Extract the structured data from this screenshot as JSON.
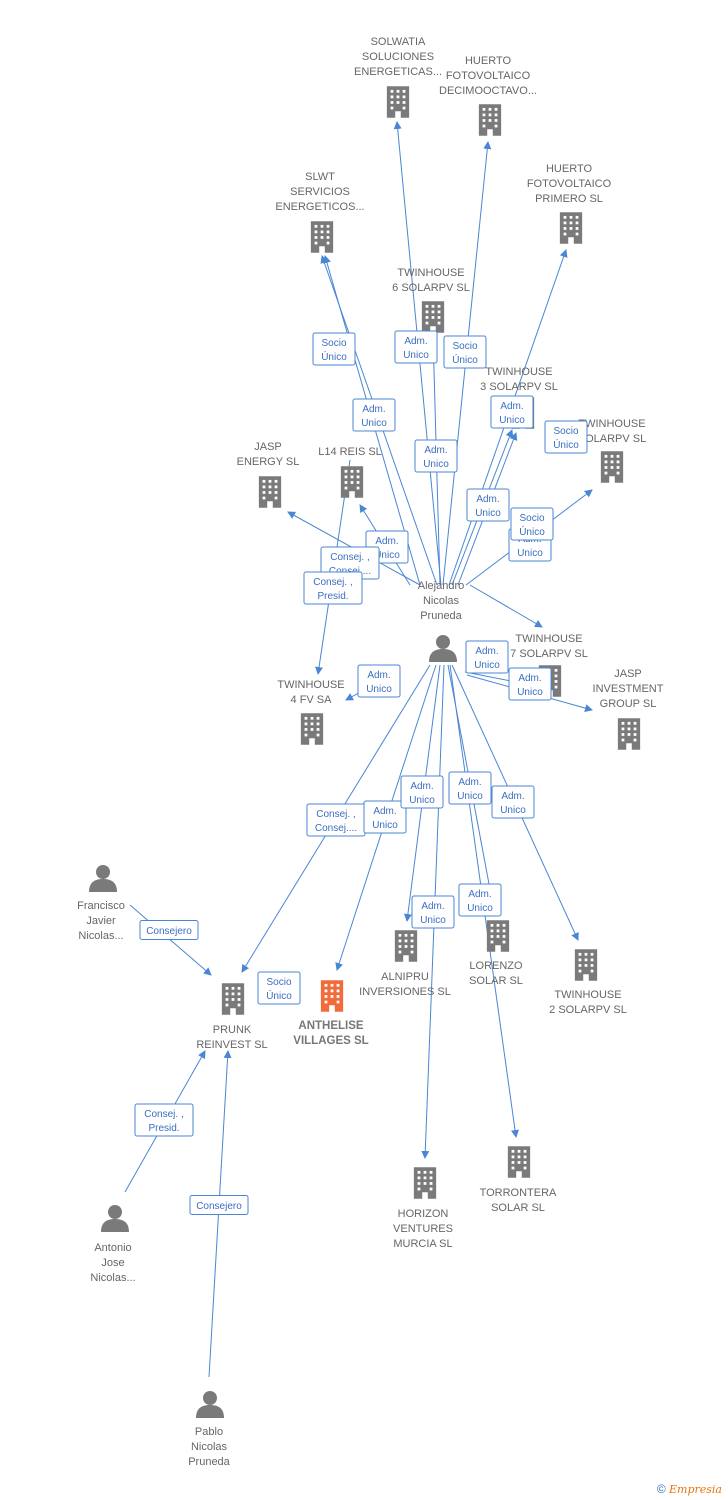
{
  "colors": {
    "edge": "#4a86d4",
    "building": "#7a7a7a",
    "focus_building": "#f26b3a",
    "person": "#7a7a7a"
  },
  "nodes": [
    {
      "id": "solwatia",
      "type": "company",
      "label": [
        "SOLWATIA",
        "SOLUCIONES",
        "ENERGETICAS..."
      ]
    },
    {
      "id": "huerto18",
      "type": "company",
      "label": [
        "HUERTO",
        "FOTOVOLTAICO",
        "DECIMOOCTAVO..."
      ]
    },
    {
      "id": "slwt",
      "type": "company",
      "label": [
        "SLWT",
        "SERVICIOS",
        "ENERGETICOS..."
      ]
    },
    {
      "id": "huerto1",
      "type": "company",
      "label": [
        "HUERTO",
        "FOTOVOLTAICO",
        "PRIMERO  SL"
      ]
    },
    {
      "id": "tw6",
      "type": "company",
      "label": [
        "TWINHOUSE",
        "6 SOLARPV  SL"
      ]
    },
    {
      "id": "tw3",
      "type": "company",
      "label": [
        "TWINHOUSE",
        "3 SOLARPV  SL"
      ]
    },
    {
      "id": "tw5",
      "type": "company",
      "label": [
        "TWINHOUSE",
        "SOLARPV  SL"
      ]
    },
    {
      "id": "jaspenergy",
      "type": "company",
      "label": [
        "JASP",
        "ENERGY  SL"
      ]
    },
    {
      "id": "l14",
      "type": "company",
      "label": [
        "L14 REIS  SL"
      ]
    },
    {
      "id": "alejandro",
      "type": "person",
      "label": [
        "Alejandro",
        "Nicolas",
        "Pruneda"
      ]
    },
    {
      "id": "tw7",
      "type": "company",
      "label": [
        "TWINHOUSE",
        "7 SOLARPV  SL"
      ]
    },
    {
      "id": "jaspinv",
      "type": "company",
      "label": [
        "JASP",
        "INVESTMENT",
        "GROUP  SL"
      ]
    },
    {
      "id": "tw4",
      "type": "company",
      "label": [
        "TWINHOUSE",
        "4 FV SA"
      ]
    },
    {
      "id": "francisco",
      "type": "person",
      "label": [
        "Francisco",
        "Javier",
        "Nicolas..."
      ]
    },
    {
      "id": "alnipru",
      "type": "company",
      "label": [
        "ALNIPRU",
        "INVERSIONES SL"
      ]
    },
    {
      "id": "lorenzo",
      "type": "company",
      "label": [
        "LORENZO",
        "SOLAR  SL"
      ]
    },
    {
      "id": "tw2",
      "type": "company",
      "label": [
        "TWINHOUSE",
        "2 SOLARPV  SL"
      ]
    },
    {
      "id": "prunk",
      "type": "company",
      "label": [
        "PRUNK",
        "REINVEST  SL"
      ]
    },
    {
      "id": "anthelise",
      "type": "company",
      "focus": true,
      "label": [
        "ANTHELISE",
        "VILLAGES  SL"
      ]
    },
    {
      "id": "antonio",
      "type": "person",
      "label": [
        "Antonio",
        "Jose",
        "Nicolas..."
      ]
    },
    {
      "id": "horizon",
      "type": "company",
      "label": [
        "HORIZON",
        "VENTURES",
        "MURCIA  SL"
      ]
    },
    {
      "id": "torrontera",
      "type": "company",
      "label": [
        "TORRONTERA",
        "SOLAR  SL"
      ]
    },
    {
      "id": "pablo",
      "type": "person",
      "label": [
        "Pablo",
        "Nicolas",
        "Pruneda"
      ]
    }
  ],
  "edge_labels": [
    {
      "lines": [
        "Socio",
        "Único"
      ]
    },
    {
      "lines": [
        "Adm.",
        "Unico"
      ]
    },
    {
      "lines": [
        "Socio",
        "Único"
      ]
    },
    {
      "lines": [
        "Adm.",
        "Unico"
      ]
    },
    {
      "lines": [
        "Adm.",
        "Unico"
      ]
    },
    {
      "lines": [
        "Adm.",
        "Unico"
      ]
    },
    {
      "lines": [
        "Socio",
        "Único"
      ]
    },
    {
      "lines": [
        "Adm.",
        "Unico"
      ]
    },
    {
      "lines": [
        "Adm.",
        "Unico"
      ]
    },
    {
      "lines": [
        "Socio",
        "Único"
      ]
    },
    {
      "lines": [
        "Adm.",
        "Unico"
      ]
    },
    {
      "lines": [
        "Consej. ,",
        "Consej...."
      ]
    },
    {
      "lines": [
        "Consej. ,",
        "Presid."
      ]
    },
    {
      "lines": [
        "Adm.",
        "Unico"
      ]
    },
    {
      "lines": [
        "Adm.",
        "Unico"
      ]
    },
    {
      "lines": [
        "Adm.",
        "Unico"
      ]
    },
    {
      "lines": [
        "Consej. ,",
        "Consej...."
      ]
    },
    {
      "lines": [
        "Adm.",
        "Unico"
      ]
    },
    {
      "lines": [
        "Adm.",
        "Unico"
      ]
    },
    {
      "lines": [
        "Adm.",
        "Unico"
      ]
    },
    {
      "lines": [
        "Adm.",
        "Unico"
      ]
    },
    {
      "lines": [
        "Adm.",
        "Unico"
      ]
    },
    {
      "lines": [
        "Adm.",
        "Unico"
      ]
    },
    {
      "lines": [
        "Consejero"
      ]
    },
    {
      "lines": [
        "Socio",
        "Único"
      ]
    },
    {
      "lines": [
        "Consej. ,",
        "Presid."
      ]
    },
    {
      "lines": [
        "Consejero"
      ]
    }
  ],
  "footer": {
    "copyright": "©",
    "brand": "Empresia"
  }
}
